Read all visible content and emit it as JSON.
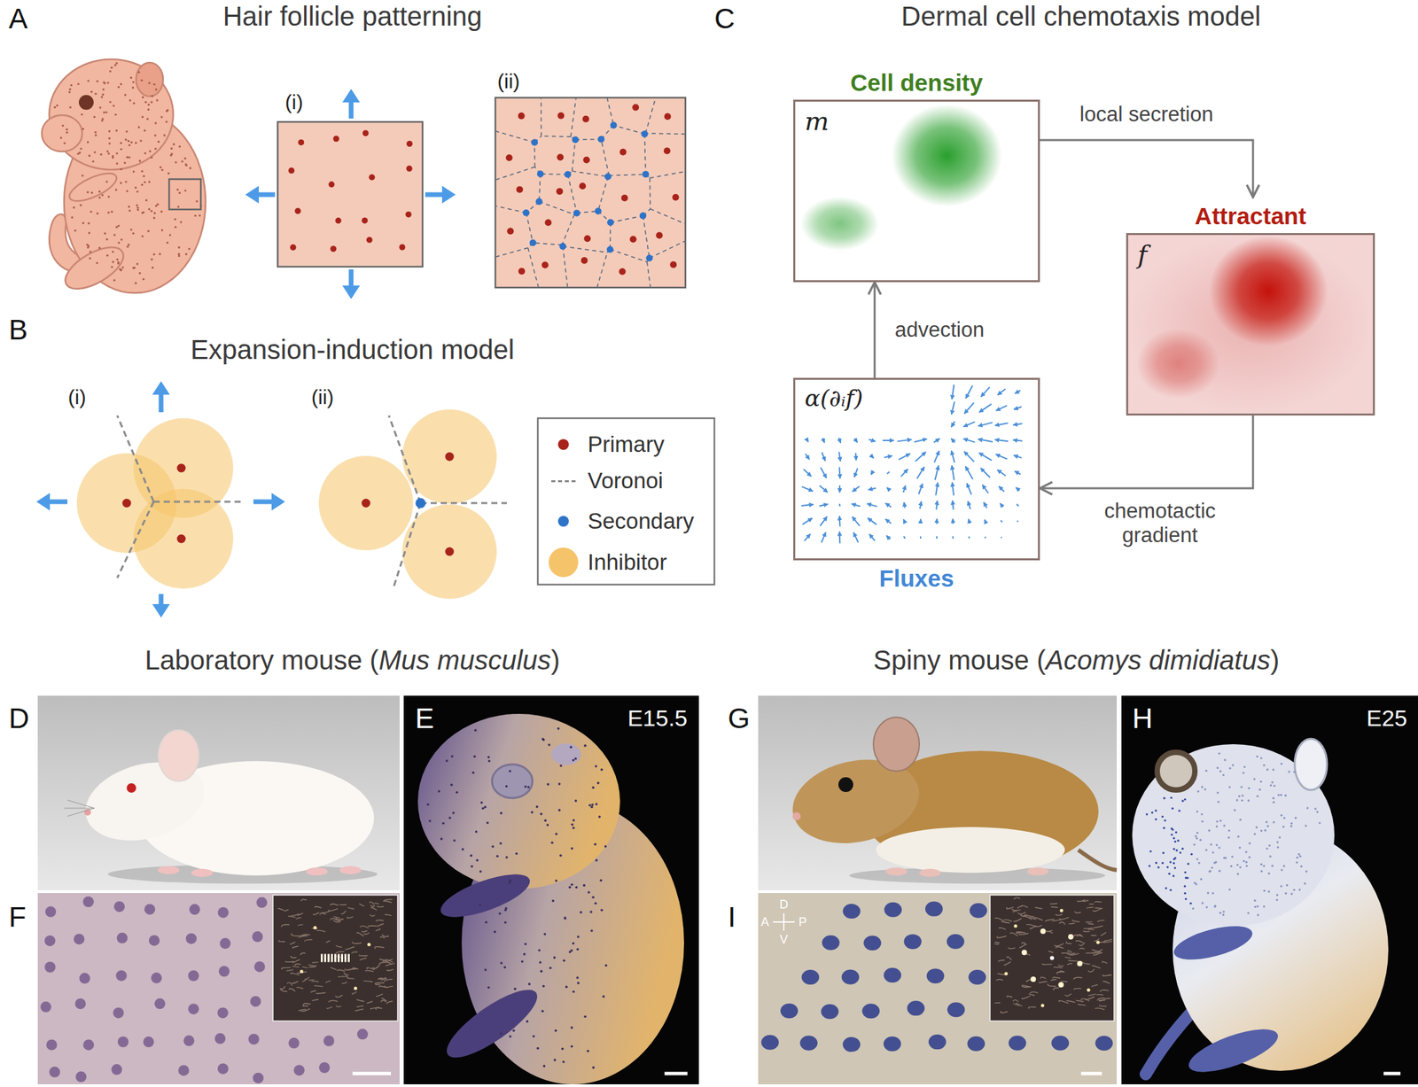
{
  "diagram": {
    "nodes": [
      {
        "text": [
          "Cell density",
          "m"
        ]
      },
      {
        "text": [
          "Attractant",
          "f"
        ]
      },
      {
        "text": [
          "Fluxes",
          "α(∂ᵢf)"
        ]
      }
    ],
    "edges": [
      {
        "from": 0,
        "to": 1,
        "label": "local secretion",
        "arrow": "to"
      },
      {
        "from": 1,
        "to": 2,
        "label": "chemotactic gradient",
        "arrow": "to"
      },
      {
        "from": 2,
        "to": 0,
        "label": "advection",
        "arrow": "to"
      }
    ],
    "labels": [
      "A",
      "Hair follicle patterning",
      "(i)",
      "(ii)",
      "B",
      "Expansion-induction model",
      "(i)",
      "(ii)",
      "C",
      "Dermal cell chemotaxis model",
      "Laboratory mouse (Mus musculus)",
      "D",
      "E",
      "E15.5",
      "F",
      "Spiny mouse (Acomys dimidiatus)",
      "G",
      "H",
      "E25",
      "I",
      "D",
      "A",
      "P",
      "V"
    ],
    "legend": [
      {
        "text": "Primary",
        "color": "#a8231a"
      },
      {
        "text": "Voronoi"
      },
      {
        "text": "Secondary",
        "color": "#2e73c8"
      },
      {
        "text": "Inhibitor",
        "color": "#f5c46a"
      }
    ]
  }
}
